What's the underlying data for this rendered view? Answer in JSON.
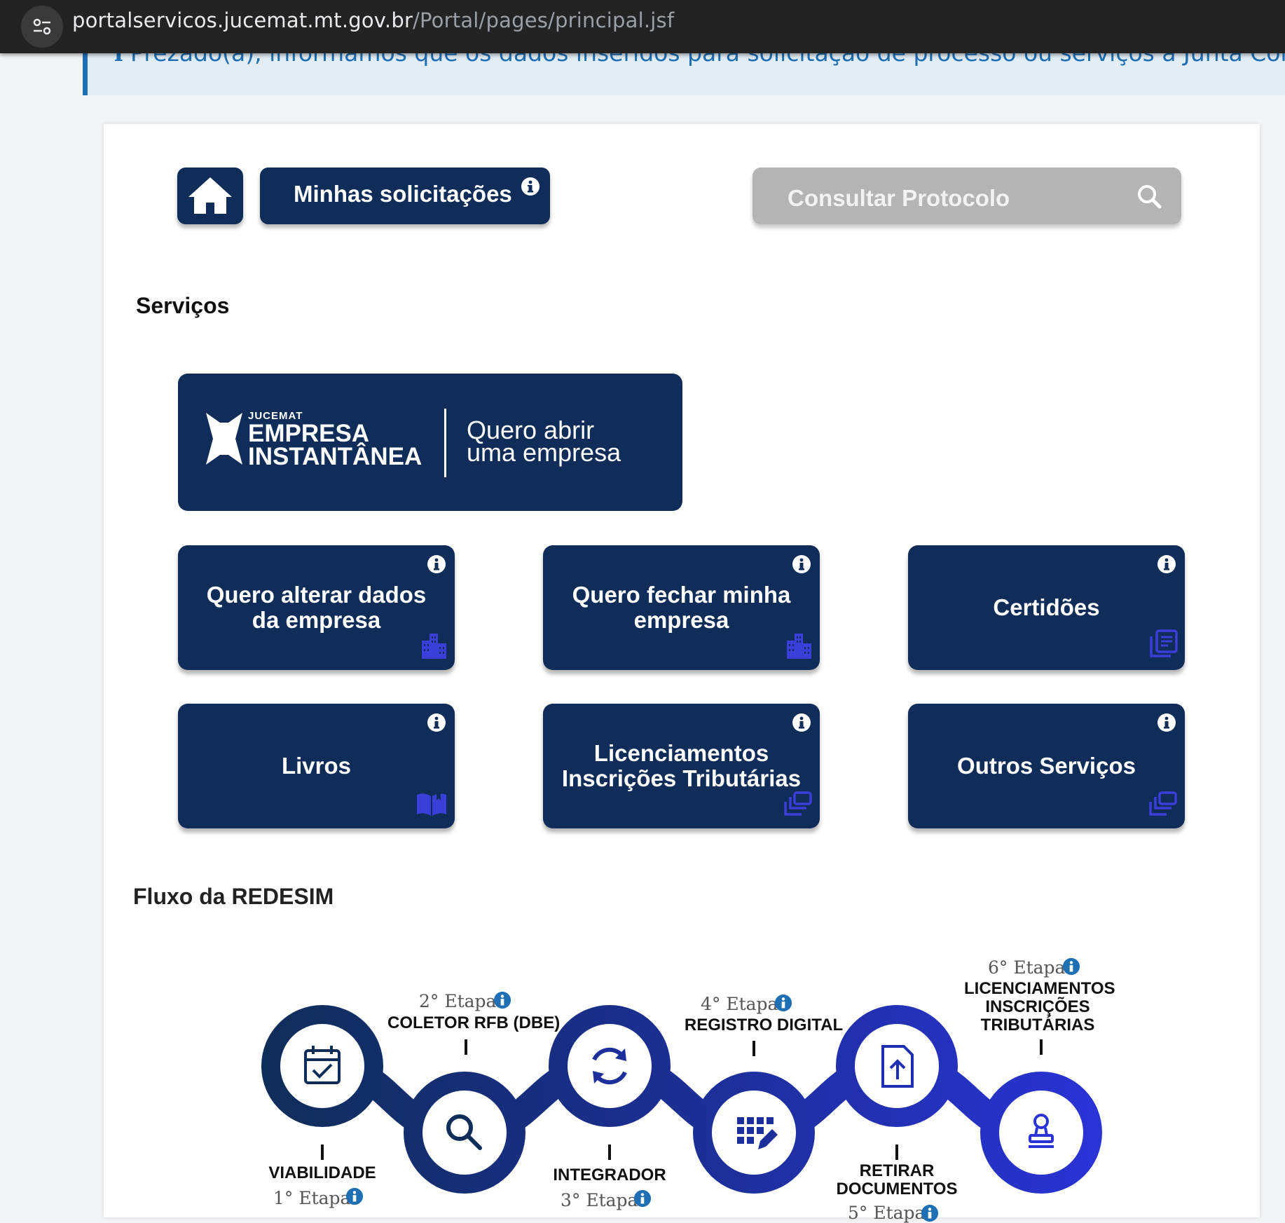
{
  "browser": {
    "url_host": "portalservicos.jucemat.mt.gov.br",
    "url_path": "/Portal/pages/principal.jsf"
  },
  "notice": {
    "text": "ℹ Prezado(a), informamos que os dados inseridos para solicitação de processo ou serviços a Junta Comercial são de inteira respo"
  },
  "toolbar": {
    "minhas_label": "Minhas solicitações",
    "protocolo_placeholder": "Consultar Protocolo"
  },
  "sections": {
    "servicos": "Serviços",
    "fluxo": "Fluxo da REDESIM"
  },
  "empresa_button": {
    "brand_small": "JUCEMAT",
    "brand_line1": "EMPRESA",
    "brand_line2": "INSTANTÂNEA",
    "cta_line1": "Quero abrir",
    "cta_line2": "uma empresa"
  },
  "tiles": [
    {
      "label": "Quero alterar dados da empresa",
      "icon": "building-icon"
    },
    {
      "label": "Quero fechar minha empresa",
      "icon": "building-icon"
    },
    {
      "label": "Certidões",
      "icon": "documents-icon"
    },
    {
      "label": "Livros",
      "icon": "book-icon"
    },
    {
      "label": "Licenciamentos Inscrições Tributárias",
      "icon": "layers-icon"
    },
    {
      "label": "Outros Serviços",
      "icon": "layers-icon"
    }
  ],
  "flow_steps": [
    {
      "name": "VIABILIDADE",
      "etapa": "1° Etapa",
      "icon": "calendar-check-icon"
    },
    {
      "name": "COLETOR RFB (DBE)",
      "etapa": "2° Etapa",
      "icon": "search-icon"
    },
    {
      "name": "INTEGRADOR",
      "etapa": "3° Etapa",
      "icon": "sync-icon"
    },
    {
      "name": "REGISTRO DIGITAL",
      "etapa": "4° Etapa",
      "icon": "grid-edit-icon"
    },
    {
      "name": "RETIRAR DOCUMENTOS",
      "etapa": "5° Etapa",
      "icon": "file-upload-icon"
    },
    {
      "name": "LICENCIAMENTOS INSCRIÇÕES TRIBUTÁRIAS",
      "etapa": "6° Etapa",
      "icon": "stamp-icon"
    }
  ],
  "colors": {
    "navy": "#0f2d58",
    "flow_gradient_start": "#0f2d58",
    "flow_gradient_end": "#2a33d6",
    "tile_icon": "#3b3fd9"
  }
}
